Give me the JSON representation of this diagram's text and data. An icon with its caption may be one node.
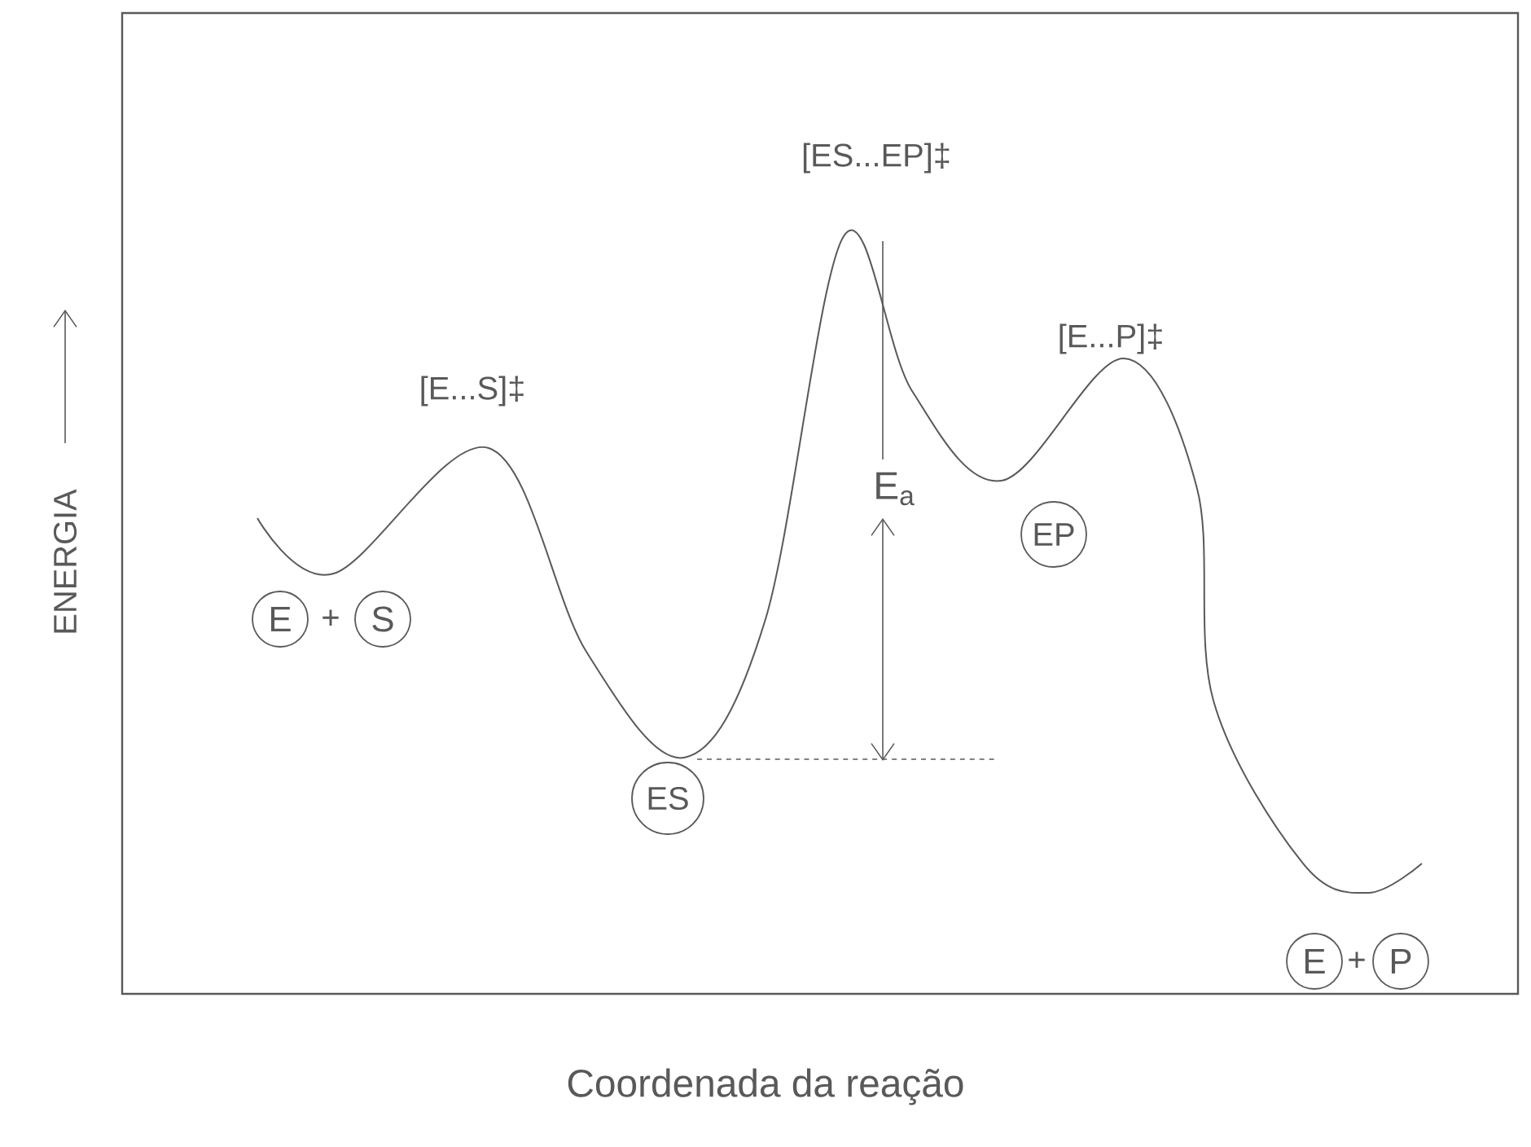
{
  "diagram": {
    "nodes": [
      {
        "text": [
          "E"
        ]
      },
      {
        "text": [
          "S"
        ]
      },
      {
        "text": [
          "ES"
        ]
      },
      {
        "text": [
          "EP"
        ]
      },
      {
        "text": [
          "E"
        ]
      },
      {
        "text": [
          "P"
        ]
      }
    ],
    "labels": [
      "[E...S]‡",
      "[ES...EP]‡",
      "[E...P]‡",
      "E$_{a}$",
      "+",
      "+",
      "ENERGIA",
      "Coordenada da reação"
    ]
  }
}
